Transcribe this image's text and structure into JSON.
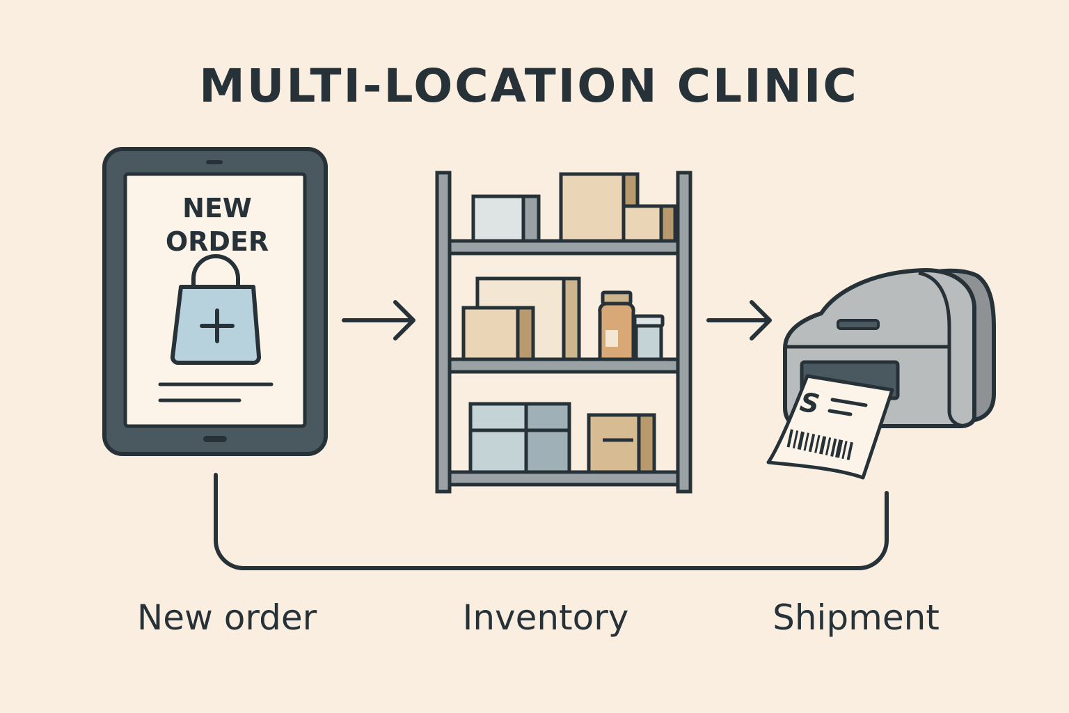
{
  "title": "MULTI-LOCATION CLINIC",
  "tablet": {
    "screen_line1": "NEW",
    "screen_line2": "ORDER"
  },
  "label": {
    "currency_symbol": "S"
  },
  "steps": [
    {
      "label": "New order",
      "icon": "tablet-icon"
    },
    {
      "label": "Inventory",
      "icon": "shelf-icon"
    },
    {
      "label": "Shipment",
      "icon": "label-printer-icon"
    }
  ],
  "colors": {
    "background": "#f9eee0",
    "ink": "#263238",
    "device": "#4a5960",
    "screen": "#fcf4e8",
    "bag": "#b7d1dd",
    "shelf": "#9aa2a6",
    "box_light": "#ead6b6",
    "box_dark": "#b89a6e",
    "box_blue": "#c4d3d6",
    "printer": "#b9bcbd",
    "printer_dark": "#8e9294"
  }
}
